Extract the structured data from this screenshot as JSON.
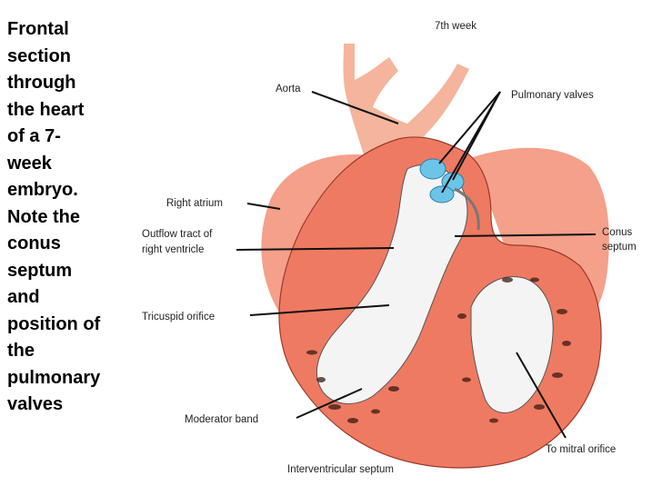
{
  "caption": "Frontal\nsection\nthrough\nthe heart\nof a 7-\nweek\nembryo.\nNote the\nconus\nseptum\nand\nposition of\nthe\npulmonary\nvalves",
  "diagram": {
    "stage_label": "7th week",
    "labels": {
      "aorta": "Aorta",
      "pulmonary_valves": "Pulmonary valves",
      "right_atrium": "Right atrium",
      "outflow_line1": "Outflow tract of",
      "outflow_line2": "right ventricle",
      "conus_line1": "Conus",
      "conus_line2": "septum",
      "tricuspid": "Tricuspid orifice",
      "moderator": "Moderator band",
      "mitral": "To mitral orifice",
      "interventricular": "Interventricular septum"
    },
    "colors": {
      "atrium": "#f4a08a",
      "aorta": "#f5b49c",
      "ventricle_wall": "#ef7a62",
      "lumen": "#f4f4f4",
      "valves": "#6cc4e8"
    }
  }
}
